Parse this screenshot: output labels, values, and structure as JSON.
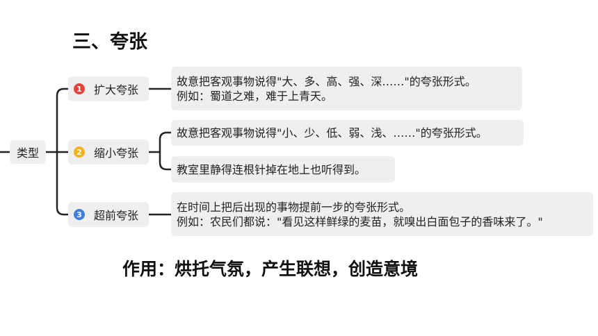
{
  "title": "三、夸张",
  "root": {
    "label": "类型"
  },
  "branches": [
    {
      "number": "1",
      "badge_color": "#e8433a",
      "label": "扩大夸张",
      "leaves": [
        {
          "lines": [
            "故意把客观事物说得\"大、多、高、强、深……\"的夸张形式。",
            "例如：蜀道之难，难于上青天。"
          ]
        }
      ]
    },
    {
      "number": "2",
      "badge_color": "#f2b21e",
      "label": "缩小夸张",
      "leaves": [
        {
          "lines": [
            "故意把客观事物说得\"小、少、低、弱、浅、……\"的夸张形式。"
          ]
        },
        {
          "lines": [
            "教室里静得连根针掉在地上也听得到。"
          ]
        }
      ]
    },
    {
      "number": "3",
      "badge_color": "#3f7ee0",
      "label": "超前夸张",
      "leaves": [
        {
          "lines": [
            "在时间上把后出现的事物提前一步的夸张形式。",
            "例如：农民们都说：\"看见这样鲜绿的麦苗，就嗅出白面包子的香味来了。\""
          ]
        }
      ]
    }
  ],
  "footer": "作用：烘托气氛，产生联想，创造意境"
}
